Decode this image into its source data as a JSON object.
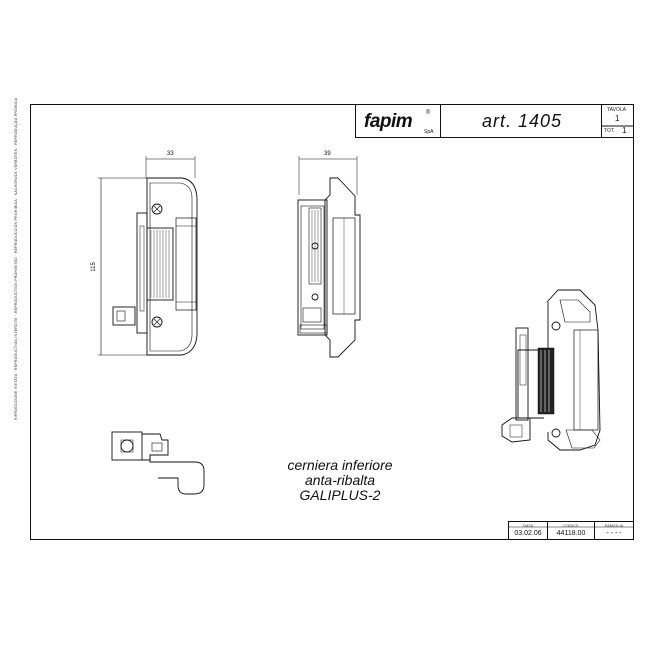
{
  "title_block": {
    "logo": "fapim",
    "logo_mark": "®",
    "logo_suffix": "SpA",
    "article": "art. 1405",
    "tavola_label": "TAVOLA",
    "tavola_value": "1",
    "tot_label": "TOT.",
    "tot_value": "1"
  },
  "dimensions": {
    "front_width": "33",
    "side_width": "39",
    "height": "115"
  },
  "caption": {
    "line1": "cerniera inferiore",
    "line2": "anta-ribalta",
    "line3": "GALIPLUS-2"
  },
  "info_block": {
    "date_label": "DATA",
    "date_value": "03.02.06",
    "code_label": "CODICE",
    "code_value": "44118.00",
    "family_label": "FAMIGLIA",
    "family_value": "- - - -"
  },
  "side_notice": "RIPRODUZIONE VIETATA · REPRODUCTION INTERDITE · REPRODUCTION PROHIBITED · REPRODUCCION PROHIBIDA · NACHDRUCK VERBOTEN · REPRODUÇÃO PROIBIDA"
}
